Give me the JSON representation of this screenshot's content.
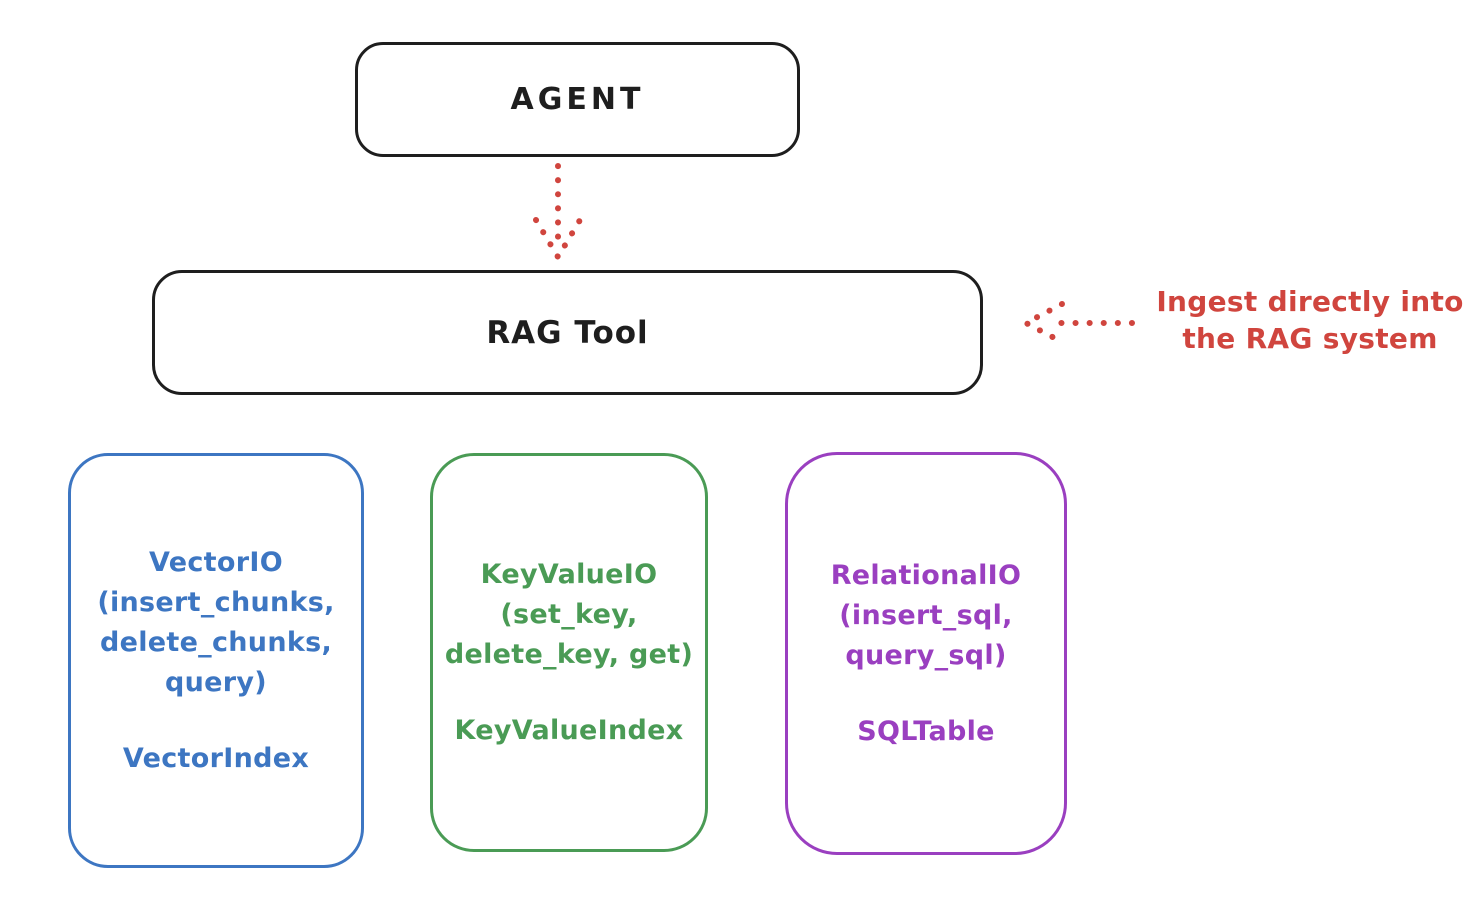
{
  "diagram": {
    "background": "#ffffff",
    "nodes": {
      "agent": {
        "label": "AGENT",
        "color": "#1e1e1e"
      },
      "rag_tool": {
        "label": "RAG Tool",
        "color": "#1e1e1e"
      },
      "vector_io": {
        "color": "#3d76c2",
        "lines": [
          "VectorIO",
          "(insert_chunks,",
          "delete_chunks,",
          "query)"
        ],
        "index_label": "VectorIndex"
      },
      "key_value_io": {
        "color": "#4a9b55",
        "lines": [
          "KeyValueIO",
          "(set_key,",
          "delete_key, get)"
        ],
        "index_label": "KeyValueIndex"
      },
      "relational_io": {
        "color": "#9a3fc0",
        "lines": [
          "RelationalIO",
          "(insert_sql,",
          "query_sql)"
        ],
        "index_label": "SQLTable"
      }
    },
    "annotation": {
      "color": "#d0453e",
      "lines": [
        "Ingest directly into",
        "the RAG system"
      ]
    },
    "arrows": [
      {
        "name": "agent-to-rag-tool",
        "style": "dotted",
        "direction": "down",
        "color": "#d0453e"
      },
      {
        "name": "annotation-to-rag-tool",
        "style": "dotted",
        "direction": "left",
        "color": "#d0453e"
      }
    ]
  }
}
